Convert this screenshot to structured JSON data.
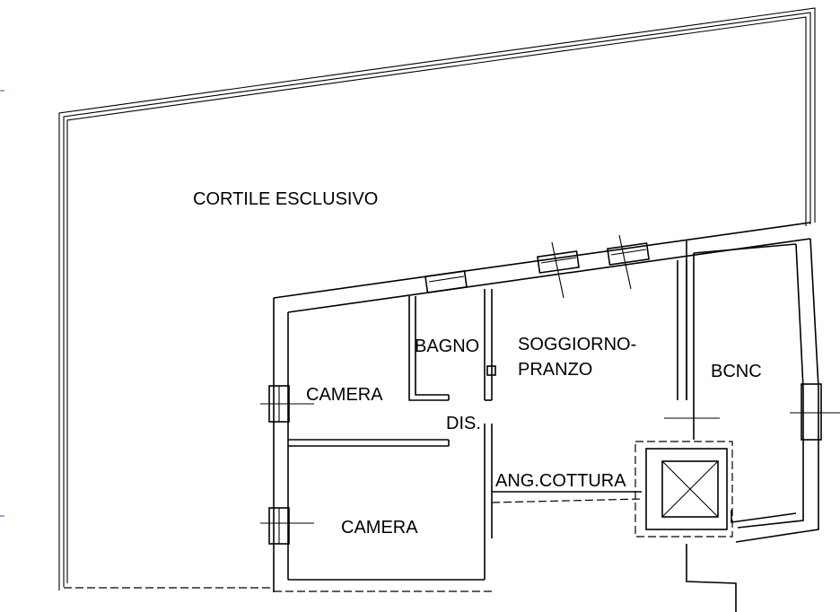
{
  "plan": {
    "rooms": {
      "cortile": "CORTILE ESCLUSIVO",
      "bagno": "BAGNO",
      "soggiorno_line1": "SOGGIORNO-",
      "soggiorno_line2": "PRANZO",
      "bcnc": "BCNC",
      "camera_1": "CAMERA",
      "dis": "DIS.",
      "camera_2": "CAMERA",
      "cottura": "ANG.COTTURA"
    }
  }
}
